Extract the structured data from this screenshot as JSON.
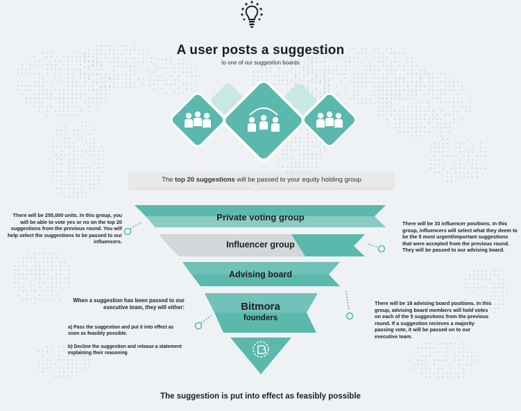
{
  "header": {
    "title": "A user posts a suggestion",
    "subtitle": "to one of our suggestion boards"
  },
  "icons": [
    "lightbulb-icon",
    "user-group-icon",
    "bitmora-logo-icon"
  ],
  "colors": {
    "teal": "#5bb8ad",
    "teal_dark": "#4aa69b",
    "grey": "#d4d7d9",
    "text": "#222222"
  },
  "banner": {
    "prefix": "The",
    "bold": "top 20 suggestions",
    "suffix": "will be passed to your equity holding group"
  },
  "funnel": {
    "level1": "Private voting group",
    "level2": "Influencer group",
    "level3": "Advising board",
    "level4_line1": "Bitmora",
    "level4_line2": "founders"
  },
  "notes": {
    "private": "There will be 255,000 units. In this group, you will be able to vote yes or no on the top 20 suggestions from the previous round. You will help select the suggestions to be passed to our influencers.",
    "influencer": "There will be 33 influencer positions. In this group, influencers will select what they deem to be the 5 most urgent/important suggestions that were accepted from the previous round. They will be passed to our advising board.",
    "advising": "There will be 18 advising board positions. In this group, advising board members will hold votes on each of the 5 suggestions from the previous round. If a suggestion recieves a majority passing vote, it will be passed on to our executive team.",
    "executive_intro": "When a suggestion has been passed to our executive team, they will either:",
    "executive_a": "a) Pass the suggestion and put it into effect as soon as feasibly possible.",
    "executive_b": "b) Decline the suggestion and release a statement explaining their reasoning"
  },
  "footer": "The suggestion is put into effect as feasibly possible"
}
